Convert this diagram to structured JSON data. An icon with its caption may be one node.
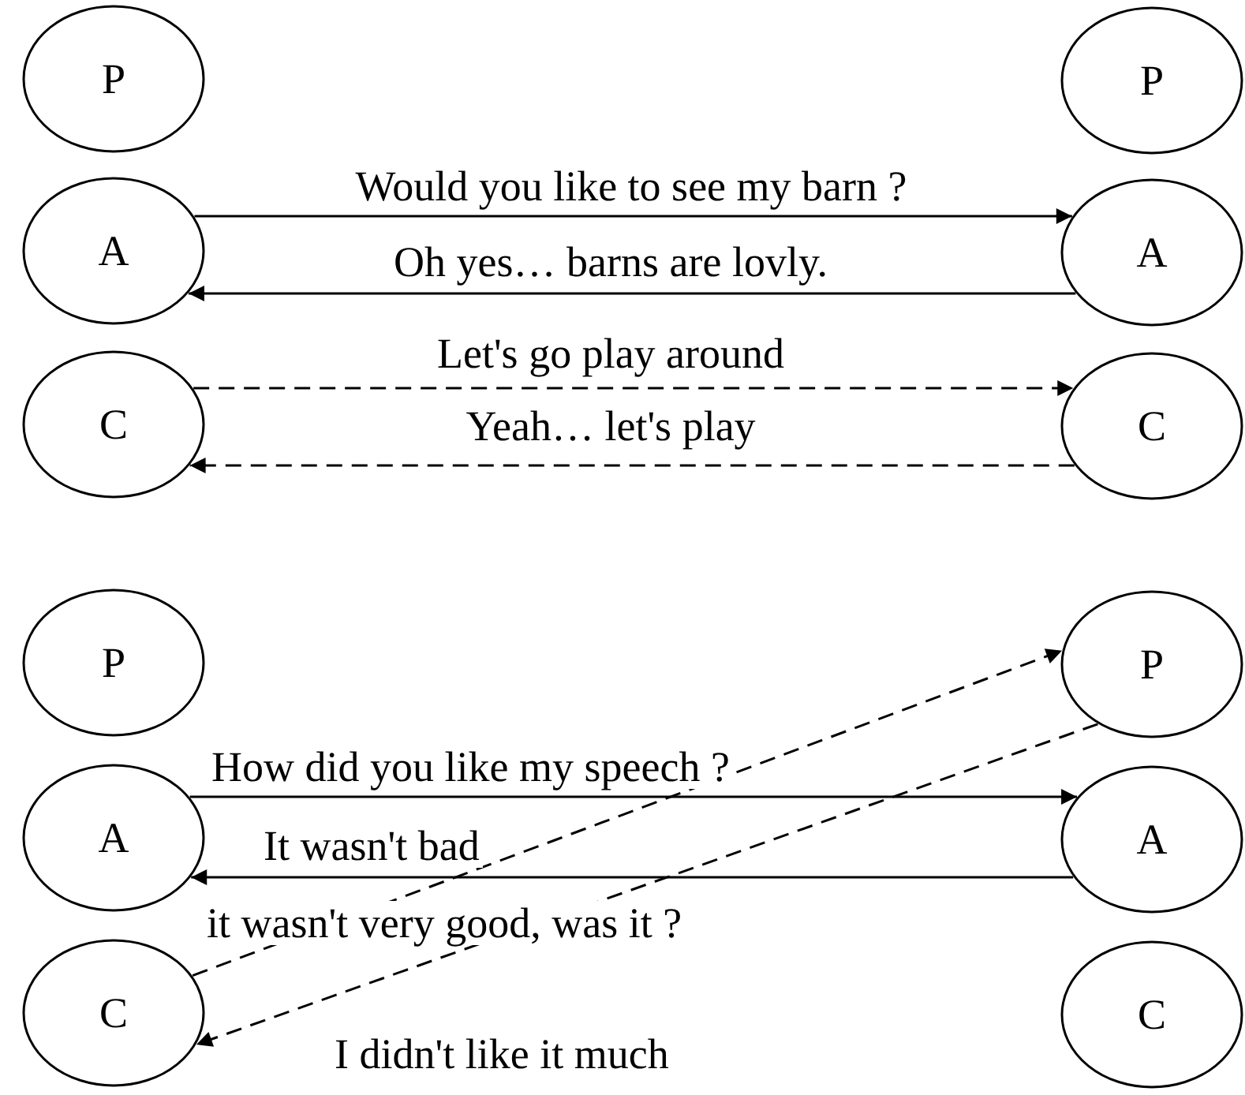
{
  "diagram": {
    "nodes": [
      {
        "text": [
          "P"
        ]
      },
      {
        "text": [
          "P"
        ]
      },
      {
        "text": [
          "A"
        ]
      },
      {
        "text": [
          "A"
        ]
      },
      {
        "text": [
          "C"
        ]
      },
      {
        "text": [
          "C"
        ]
      },
      {
        "text": [
          "P"
        ]
      },
      {
        "text": [
          "P"
        ]
      },
      {
        "text": [
          "A"
        ]
      },
      {
        "text": [
          "A"
        ]
      },
      {
        "text": [
          "C"
        ]
      },
      {
        "text": [
          "C"
        ]
      }
    ],
    "edges": [
      {
        "from": 2,
        "to": 3,
        "arrow": "to",
        "label": "Would you like to see my barn ?"
      },
      {
        "from": 3,
        "to": 2,
        "arrow": "to",
        "label": "Oh yes… barns are lovly."
      },
      {
        "from": 4,
        "to": 5,
        "arrow": "to",
        "style": "dashed",
        "label": "Let's go play around"
      },
      {
        "from": 5,
        "to": 4,
        "arrow": "to",
        "style": "dashed",
        "label": "Yeah… let's play"
      },
      {
        "from": 8,
        "to": 9,
        "arrow": "to",
        "label": "How did you like my speech ?"
      },
      {
        "from": 9,
        "to": 8,
        "arrow": "to",
        "label": "It wasn't bad"
      },
      {
        "from": 10,
        "to": 7,
        "arrow": "to",
        "style": "dashed",
        "label": "it wasn't very good, was it ?"
      },
      {
        "from": 7,
        "to": 10,
        "arrow": "to",
        "style": "dashed",
        "label": "I didn't like it much"
      }
    ]
  }
}
